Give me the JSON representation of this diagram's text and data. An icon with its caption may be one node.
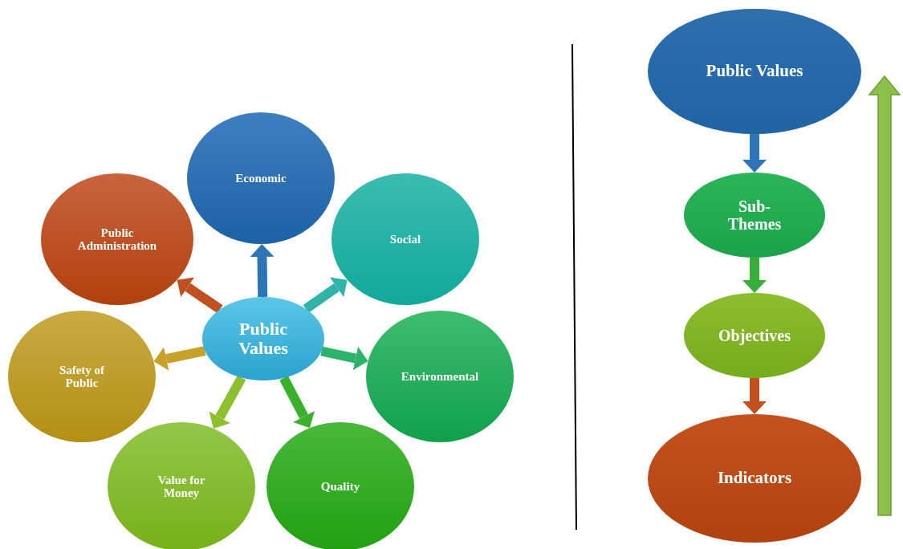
{
  "diagram": {
    "nodes": [
      {
        "text": [
          "Public Values"
        ]
      },
      {
        "text": [
          "Economic"
        ]
      },
      {
        "text": [
          "Social"
        ]
      },
      {
        "text": [
          "Environmental"
        ]
      },
      {
        "text": [
          "Quality"
        ]
      },
      {
        "text": [
          "Value for Money"
        ]
      },
      {
        "text": [
          "Safety of Public"
        ]
      },
      {
        "text": [
          "Public Administration"
        ]
      },
      {
        "text": [
          "Public Values"
        ]
      },
      {
        "text": [
          "Sub-Themes"
        ]
      },
      {
        "text": [
          "Objectives"
        ]
      },
      {
        "text": [
          "Indicators"
        ]
      }
    ],
    "edges": [
      {
        "from": 0,
        "to": 1,
        "arrow": "to",
        "color": "#2e75b6"
      },
      {
        "from": 0,
        "to": 2,
        "arrow": "to",
        "color": "#2fb5a8"
      },
      {
        "from": 0,
        "to": 3,
        "arrow": "to",
        "color": "#2eb36a"
      },
      {
        "from": 0,
        "to": 4,
        "arrow": "to",
        "color": "#3bb02a"
      },
      {
        "from": 0,
        "to": 5,
        "arrow": "to",
        "color": "#8dbf2e"
      },
      {
        "from": 0,
        "to": 6,
        "arrow": "to",
        "color": "#c6a22a"
      },
      {
        "from": 0,
        "to": 7,
        "arrow": "to",
        "color": "#c0501f"
      },
      {
        "from": 8,
        "to": 9,
        "arrow": "to",
        "color": "#2e75b6"
      },
      {
        "from": 9,
        "to": 10,
        "arrow": "to",
        "color": "#3aae3a"
      },
      {
        "from": 10,
        "to": 11,
        "arrow": "to",
        "color": "#c0501f"
      }
    ]
  }
}
